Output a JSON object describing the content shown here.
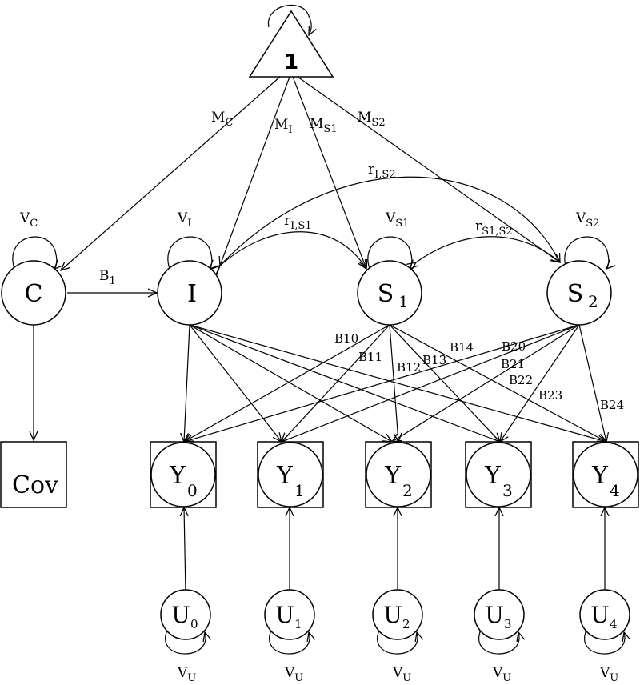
{
  "diagram": {
    "constant": {
      "label": "1"
    },
    "nodes": {
      "C": {
        "label": "C",
        "sub": ""
      },
      "I": {
        "label": "I",
        "sub": ""
      },
      "S1": {
        "label": "S",
        "sub": "1"
      },
      "S2": {
        "label": "S",
        "sub": "2"
      },
      "Cov": {
        "label": "Cov"
      },
      "Y0": {
        "label": "Y",
        "sub": "0"
      },
      "Y1": {
        "label": "Y",
        "sub": "1"
      },
      "Y2": {
        "label": "Y",
        "sub": "2"
      },
      "Y3": {
        "label": "Y",
        "sub": "3"
      },
      "Y4": {
        "label": "Y",
        "sub": "4"
      },
      "U0": {
        "label": "U",
        "sub": "0"
      },
      "U1": {
        "label": "U",
        "sub": "1"
      },
      "U2": {
        "label": "U",
        "sub": "2"
      },
      "U3": {
        "label": "U",
        "sub": "3"
      },
      "U4": {
        "label": "U",
        "sub": "4"
      }
    },
    "labels": {
      "MC": {
        "main": "M",
        "sub": "C"
      },
      "MI": {
        "main": "M",
        "sub": "I"
      },
      "MS1": {
        "main": "M",
        "sub": "S1"
      },
      "MS2": {
        "main": "M",
        "sub": "S2"
      },
      "VC": {
        "main": "V",
        "sub": "C"
      },
      "VI": {
        "main": "V",
        "sub": "I"
      },
      "VS1": {
        "main": "V",
        "sub": "S1"
      },
      "VS2": {
        "main": "V",
        "sub": "S2"
      },
      "rIS2": {
        "main": "r",
        "sub": "I,S2"
      },
      "rIS1": {
        "main": "r",
        "sub": "I,S1"
      },
      "rS1S2": {
        "main": "r",
        "sub": "S1,S2"
      },
      "B1": {
        "main": "B",
        "sub": "1"
      },
      "VU": {
        "main": "V",
        "sub": "U"
      }
    },
    "loadings": {
      "B10": "B10",
      "B11": "B11",
      "B12": "B12",
      "B13": "B13",
      "B14": "B14",
      "B20": "B20",
      "B21": "B21",
      "B22": "B22",
      "B23": "B23",
      "B24": "B24"
    }
  }
}
